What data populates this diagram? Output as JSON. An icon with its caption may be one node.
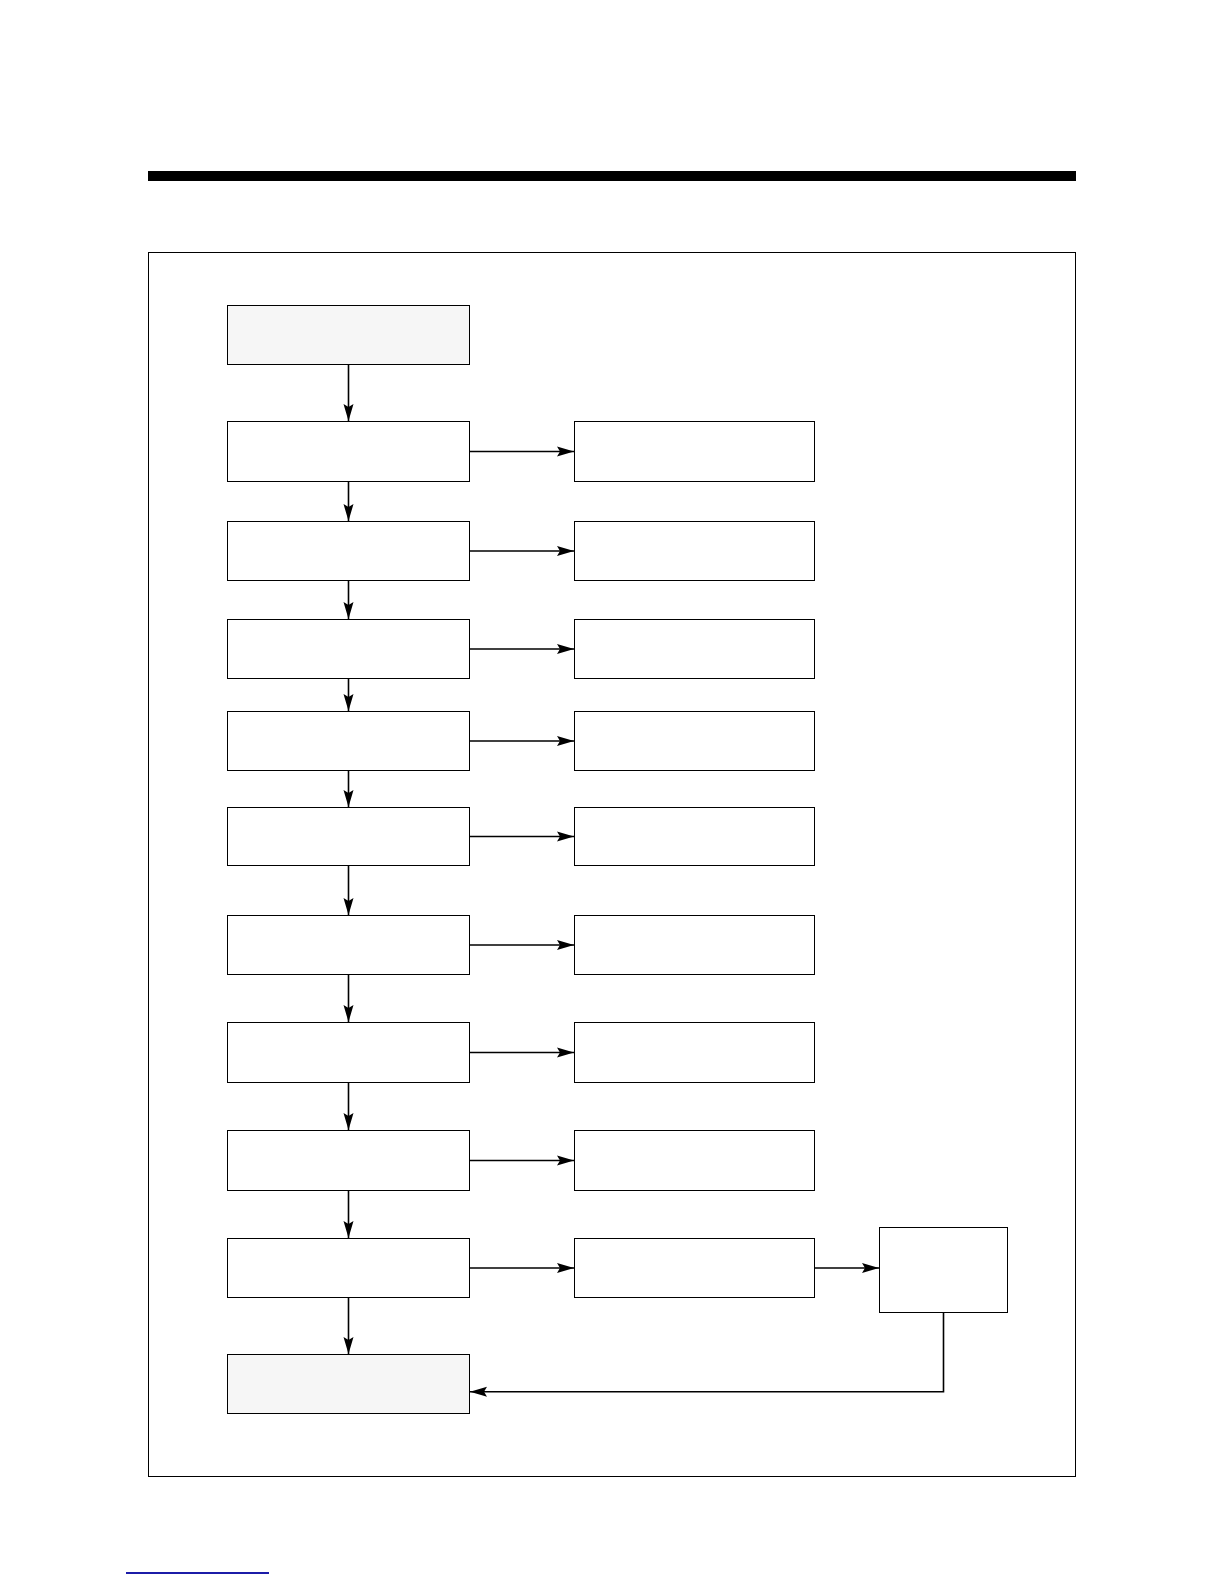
{
  "diagram": {
    "nodes": [
      {
        "text": [],
        "shape": "box"
      },
      {
        "text": [],
        "shape": "box"
      },
      {
        "text": [],
        "shape": "box"
      },
      {
        "text": [],
        "shape": "box"
      },
      {
        "text": [],
        "shape": "box"
      },
      {
        "text": [],
        "shape": "box"
      },
      {
        "text": [],
        "shape": "box"
      },
      {
        "text": [],
        "shape": "box"
      },
      {
        "text": [],
        "shape": "box"
      },
      {
        "text": [],
        "shape": "box"
      },
      {
        "text": [],
        "shape": "box"
      },
      {
        "text": [],
        "shape": "box"
      },
      {
        "text": [],
        "shape": "box"
      },
      {
        "text": [],
        "shape": "box"
      },
      {
        "text": [],
        "shape": "box"
      },
      {
        "text": [],
        "shape": "box"
      },
      {
        "text": [],
        "shape": "box"
      },
      {
        "text": [],
        "shape": "box"
      },
      {
        "text": [],
        "shape": "box"
      },
      {
        "text": [],
        "shape": "box"
      },
      {
        "text": [],
        "shape": "box"
      }
    ],
    "edges": [
      {
        "from": 0,
        "to": 1,
        "arrow": "to"
      },
      {
        "from": 1,
        "to": 2,
        "arrow": "to"
      },
      {
        "from": 1,
        "to": 3,
        "arrow": "to"
      },
      {
        "from": 3,
        "to": 4,
        "arrow": "to"
      },
      {
        "from": 3,
        "to": 5,
        "arrow": "to"
      },
      {
        "from": 5,
        "to": 6,
        "arrow": "to"
      },
      {
        "from": 5,
        "to": 7,
        "arrow": "to"
      },
      {
        "from": 7,
        "to": 8,
        "arrow": "to"
      },
      {
        "from": 7,
        "to": 9,
        "arrow": "to"
      },
      {
        "from": 9,
        "to": 10,
        "arrow": "to"
      },
      {
        "from": 9,
        "to": 11,
        "arrow": "to"
      },
      {
        "from": 11,
        "to": 12,
        "arrow": "to"
      },
      {
        "from": 11,
        "to": 13,
        "arrow": "to"
      },
      {
        "from": 13,
        "to": 14,
        "arrow": "to"
      },
      {
        "from": 13,
        "to": 15,
        "arrow": "to"
      },
      {
        "from": 15,
        "to": 16,
        "arrow": "to"
      },
      {
        "from": 15,
        "to": 17,
        "arrow": "to"
      },
      {
        "from": 17,
        "to": 18,
        "arrow": "to"
      },
      {
        "from": 17,
        "to": 20,
        "arrow": "to"
      },
      {
        "from": 18,
        "to": 19,
        "arrow": "to"
      },
      {
        "from": 19,
        "to": 20,
        "arrow": "to"
      }
    ]
  }
}
